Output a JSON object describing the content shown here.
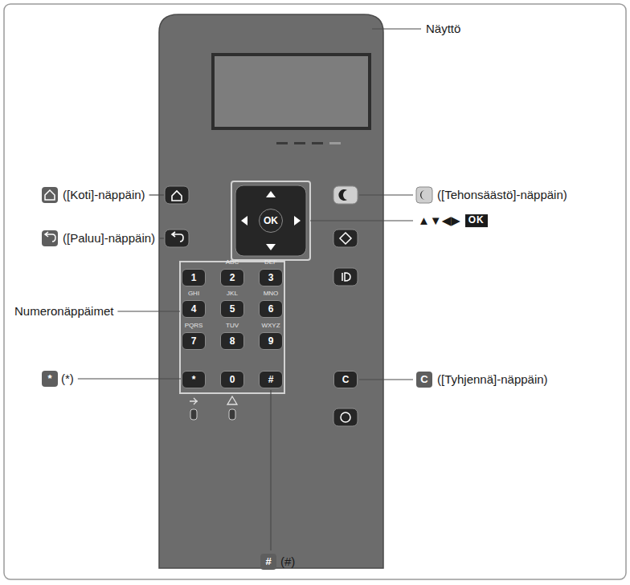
{
  "diagram": {
    "nodes": [
      {
        "text": [
          "OK"
        ]
      },
      {
        "text": [
          "1"
        ]
      },
      {
        "text": [
          "ABC",
          "2"
        ]
      },
      {
        "text": [
          "DEF",
          "3"
        ]
      },
      {
        "text": [
          "GHI",
          "4"
        ]
      },
      {
        "text": [
          "JKL",
          "5"
        ]
      },
      {
        "text": [
          "MNO",
          "6"
        ]
      },
      {
        "text": [
          "PQRS",
          "7"
        ]
      },
      {
        "text": [
          "TUV",
          "8"
        ]
      },
      {
        "text": [
          "WXYZ",
          "9"
        ]
      },
      {
        "text": [
          "*"
        ]
      },
      {
        "text": [
          "0"
        ]
      },
      {
        "text": [
          "#"
        ]
      },
      {
        "text": [
          "C"
        ]
      }
    ],
    "labels": [
      "Näyttö",
      "([Koti]-näppäin)",
      "([Tehonsäästö]-näppäin)",
      "([Paluu]-näppäin)",
      "▲▼◀▶",
      "OK",
      "Numeronäppäimet",
      "*",
      "(*)",
      "C",
      "([Tyhjennä]-näppäin)",
      "#",
      "(#)"
    ]
  }
}
